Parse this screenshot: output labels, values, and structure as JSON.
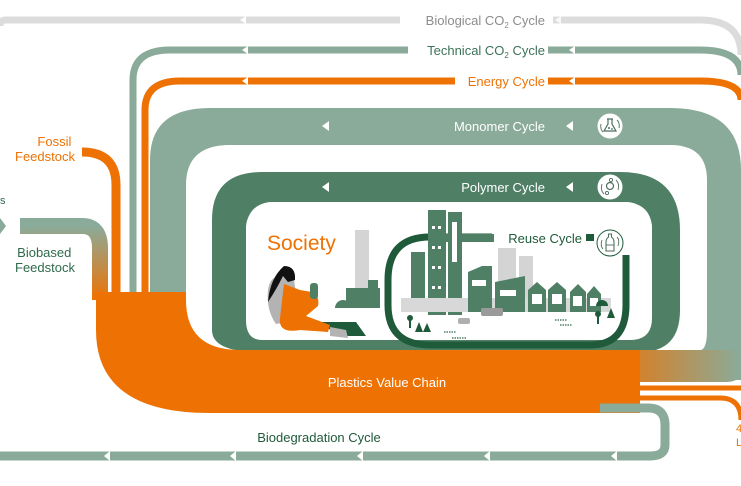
{
  "colors": {
    "orange": "#ee7203",
    "sage": "#8aab9a",
    "forest": "#4f8066",
    "dark_green": "#1f5a3a",
    "light_gray": "#dcdcdc",
    "gray_text": "#8c8c8c",
    "tech_text": "#3d7258",
    "bio_text": "#2f6a4c",
    "white": "#ffffff"
  },
  "cycles": {
    "biological_co2": {
      "label_main": "Biological CO",
      "label_sub": "2",
      "label_tail": " Cycle"
    },
    "technical_co2": {
      "label_main": "Technical CO",
      "label_sub": "2",
      "label_tail": " Cycle"
    },
    "energy": {
      "label": "Energy Cycle"
    },
    "monomer": {
      "label": "Monomer Cycle",
      "icon": "flask-recycle-icon"
    },
    "polymer": {
      "label": "Polymer Cycle",
      "icon": "gears-recycle-icon"
    },
    "reuse": {
      "label": "Reuse Cycle",
      "icon": "bottle-recycle-icon"
    },
    "biodegradation": {
      "label": "Biodegradation Cycle"
    }
  },
  "feedstocks": {
    "fossil": {
      "line1": "Fossil",
      "line2": "Feedstock"
    },
    "biobased": {
      "line1": "Biobased",
      "line2": "Feedstock"
    }
  },
  "center": {
    "society": "Society",
    "value_chain": "Plastics Value Chain"
  }
}
